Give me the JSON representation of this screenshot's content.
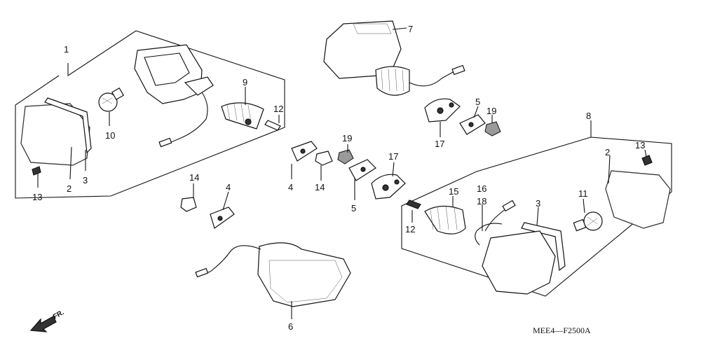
{
  "diagram_code": "MEE4—F2500A",
  "direction_label": "FR.",
  "callouts": [
    "1",
    "2",
    "3",
    "13",
    "10",
    "9",
    "12",
    "14",
    "4",
    "19",
    "14",
    "4",
    "5",
    "17",
    "7",
    "5",
    "19",
    "17",
    "6",
    "8",
    "2",
    "13",
    "15",
    "16",
    "18",
    "3",
    "11",
    "12"
  ]
}
